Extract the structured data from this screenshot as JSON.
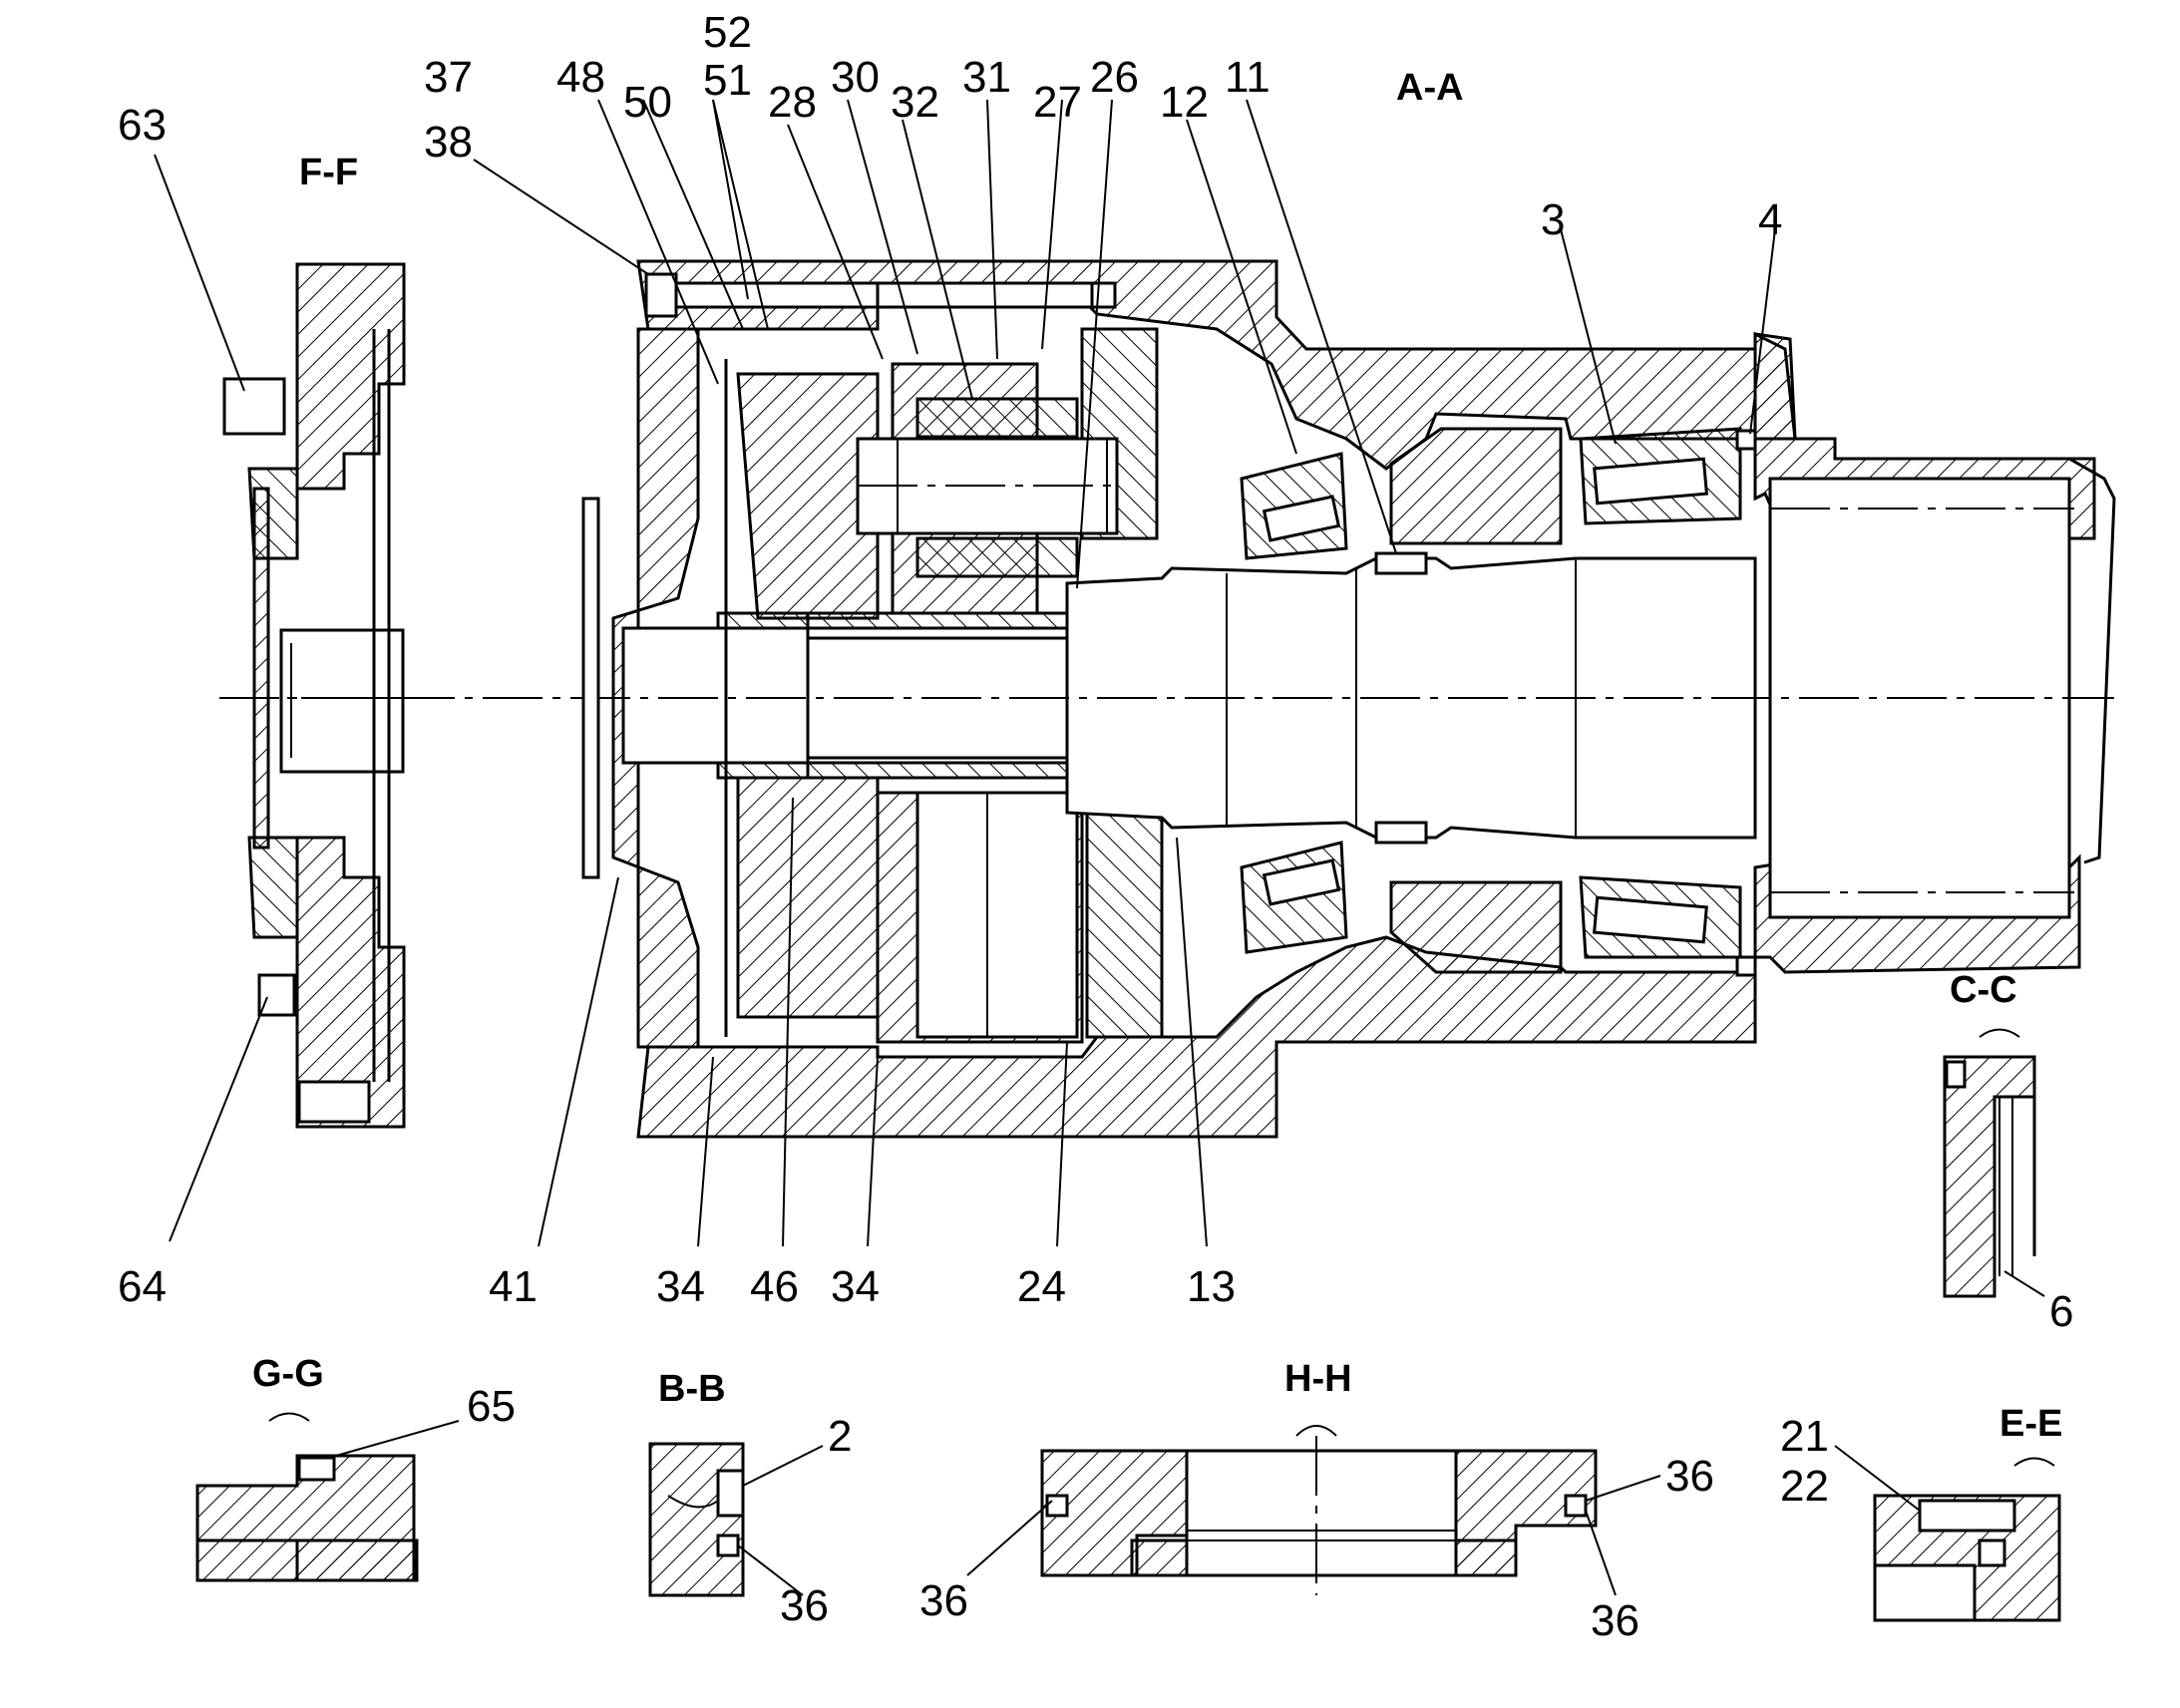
{
  "sections": {
    "a_a": "A-A",
    "f_f": "F-F",
    "c_c": "C-C",
    "g_g": "G-G",
    "b_b": "B-B",
    "h_h": "H-H",
    "e_e": "E-E"
  },
  "callouts_top": [
    "63",
    "37",
    "38",
    "48",
    "50",
    "52",
    "51",
    "28",
    "30",
    "32",
    "31",
    "27",
    "26",
    "12",
    "11",
    "3",
    "4"
  ],
  "callouts_bottom": [
    "64",
    "41",
    "34",
    "46",
    "34",
    "24",
    "13",
    "6"
  ],
  "callouts_details": [
    "65",
    "2",
    "36",
    "36",
    "36",
    "36",
    "21",
    "22"
  ]
}
